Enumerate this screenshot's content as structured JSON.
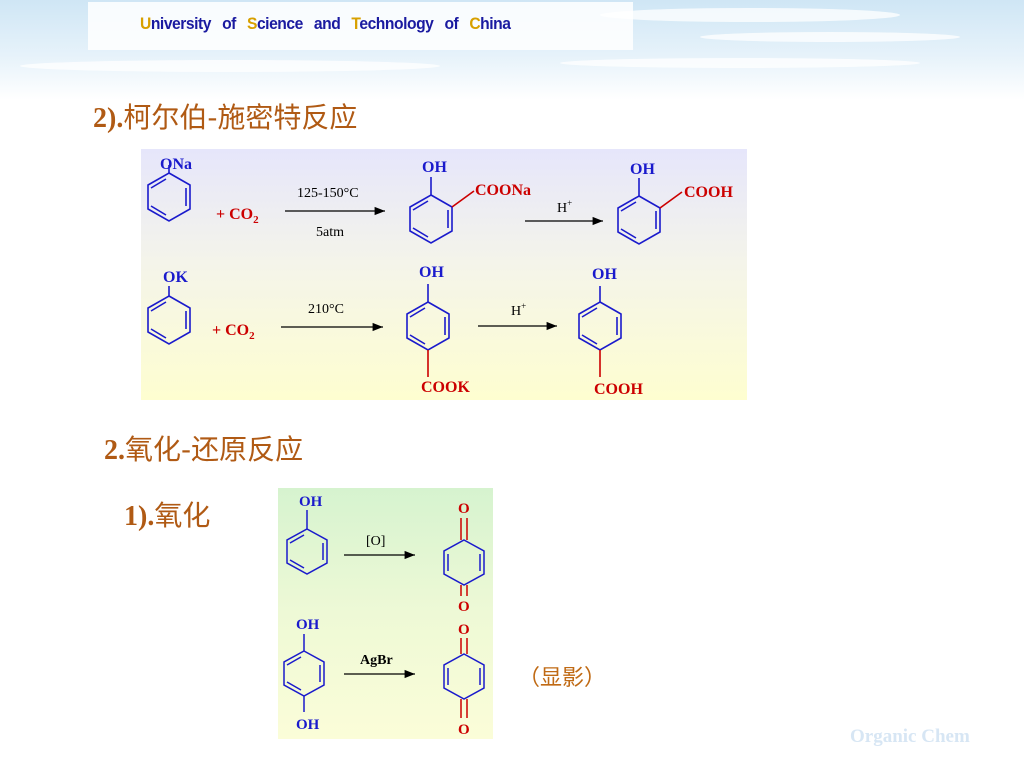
{
  "header": {
    "banner_words": [
      {
        "cap": "U",
        "rest": "niversity"
      },
      {
        "cap": "",
        "rest": "of"
      },
      {
        "cap": "S",
        "rest": "cience"
      },
      {
        "cap": "",
        "rest": "and"
      },
      {
        "cap": "T",
        "rest": "echnology"
      },
      {
        "cap": "",
        "rest": "of"
      },
      {
        "cap": "C",
        "rest": "hina"
      }
    ]
  },
  "headings": {
    "kolbe_num": "2).",
    "kolbe_text": "柯尔伯-施密特反应",
    "redox_num": "2.",
    "redox_text": "氧化-还原反应",
    "oxidation_num": "1).",
    "oxidation_text": "氧化"
  },
  "reaction1": {
    "reactant": "ONa",
    "plus_co2": "+ CO",
    "co2_sub": "2",
    "cond_top": "125-150°C",
    "cond_bottom": "5atm",
    "intermediate_top": "OH",
    "intermediate_group": "COONa",
    "acid": "H",
    "acid_sup": "+",
    "product_top": "OH",
    "product_group": "COOH"
  },
  "reaction2": {
    "reactant": "OK",
    "plus_co2": "+ CO",
    "co2_sub": "2",
    "cond_top": "210°C",
    "intermediate_top": "OH",
    "intermediate_group": "COOK",
    "acid": "H",
    "acid_sup": "+",
    "product_top": "OH",
    "product_group": "COOH"
  },
  "oxidation1": {
    "reactant": "OH",
    "reagent": "[O]",
    "product_top": "O",
    "product_bottom": "O"
  },
  "oxidation2": {
    "reactant_top": "OH",
    "reactant_bottom": "OH",
    "reagent": "AgBr",
    "product_top": "O",
    "product_bottom": "O"
  },
  "note": "（显影）",
  "footer": "Organic Chem",
  "colors": {
    "heading": "#b05a14",
    "blue": "#1a1acc",
    "red": "#cc0000",
    "banner_text": "#1a1aa0",
    "banner_cap": "#d8a000"
  }
}
